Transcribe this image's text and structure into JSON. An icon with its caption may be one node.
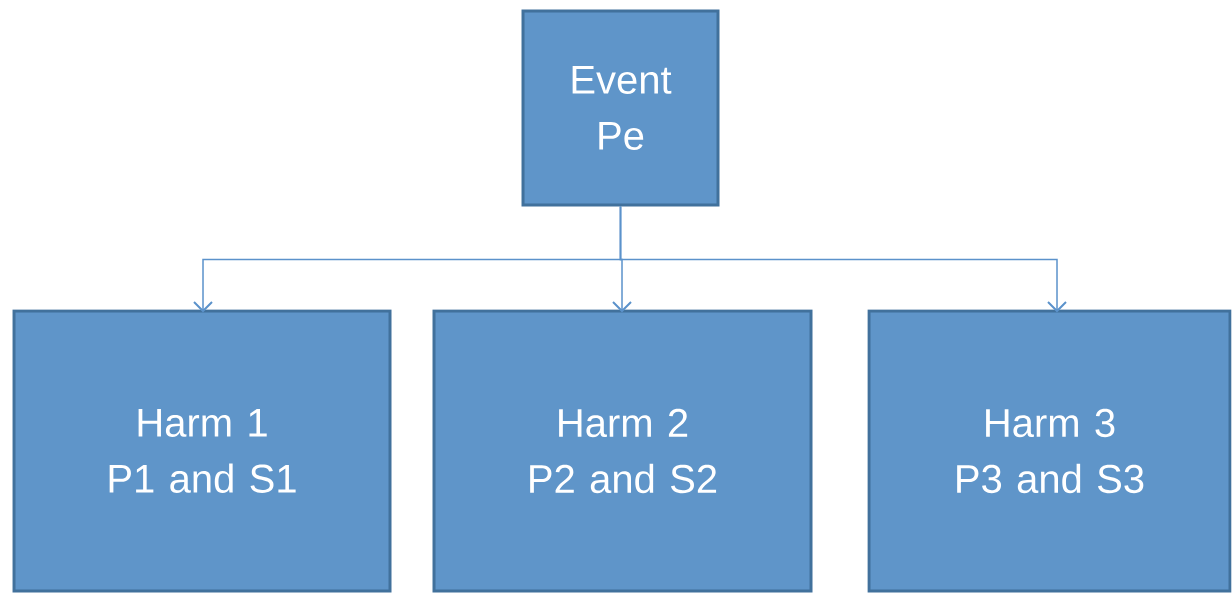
{
  "diagram": {
    "nodes": [
      {
        "text": [
          "Event Pe"
        ]
      },
      {
        "text": [
          "Harm 1",
          "P1 and S1"
        ]
      },
      {
        "text": [
          "Harm 2",
          "P2 and S2"
        ]
      },
      {
        "text": [
          "Harm 3",
          "P3 and S3"
        ]
      }
    ],
    "edges": [
      {
        "from": 0,
        "to": 1,
        "arrow": "to"
      },
      {
        "from": 0,
        "to": 2,
        "arrow": "to"
      },
      {
        "from": 0,
        "to": 3,
        "arrow": "to"
      }
    ]
  }
}
